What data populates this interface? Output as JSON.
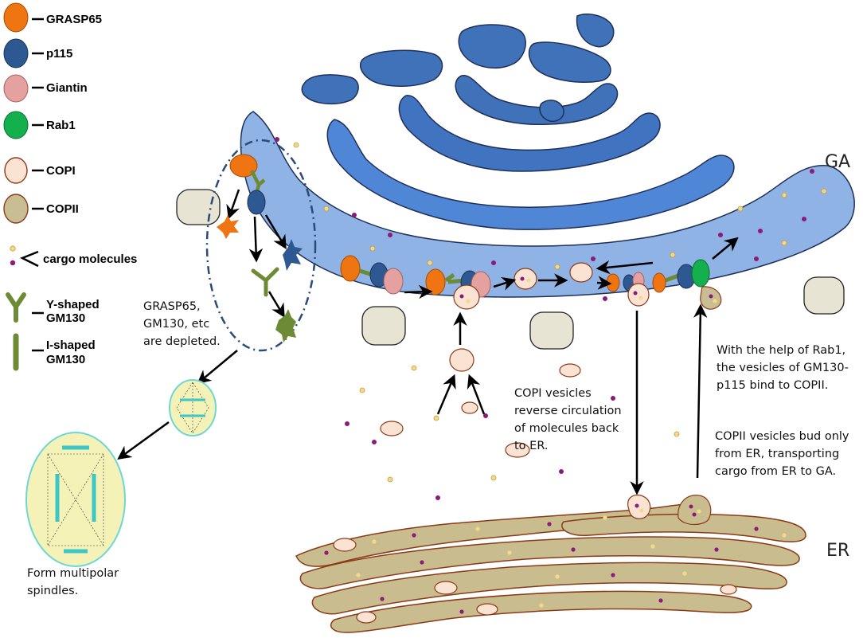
{
  "legend": {
    "items": [
      {
        "label": "GRASP65",
        "color": "#ee7512"
      },
      {
        "label": "p115",
        "color": "#2e5891"
      },
      {
        "label": "Giantin",
        "color": "#e5a0a0"
      },
      {
        "label": "Rab1",
        "color": "#14b04e"
      },
      {
        "label": "COPI",
        "color": "#fbe3d4"
      },
      {
        "label": "COPII",
        "color": "#c8bd93"
      },
      {
        "label": "cargo molecules",
        "color": "#8b1a7a"
      },
      {
        "label": "Y-shaped",
        "label2": "GM130",
        "color": "#6d8a35"
      },
      {
        "label": "I-shaped",
        "label2": "GM130",
        "color": "#6d8a35"
      }
    ]
  },
  "labels": {
    "ga": "GA",
    "er": "ER"
  },
  "notes": {
    "depleted": [
      "GRASP65,",
      "GM130, etc",
      "are depleted."
    ],
    "multipolar": [
      "Form multipolar",
      "spindles."
    ],
    "copi": [
      "COPI vesicles",
      "reverse circulation",
      "of molecules back",
      "to ER."
    ],
    "rab1": [
      "With the help of Rab1,",
      "the vesicles of GM130-",
      "p115 bind to COPII."
    ],
    "copii": [
      "COPII vesicles bud only",
      "from ER, transporting",
      "cargo from ER to GA."
    ]
  },
  "colors": {
    "golgi_light": "#8fb3e4",
    "golgi_mid": "#4f86d6",
    "golgi_dark": "#3f72b8",
    "er_fill": "#c9bd8f",
    "er_stroke": "#8b3a18",
    "cargo_purple": "#8b1a7a",
    "cargo_yellow": "#f5d98a",
    "spindle_fill": "#f5f2b8",
    "spindle_stroke": "#6fd6d6"
  }
}
